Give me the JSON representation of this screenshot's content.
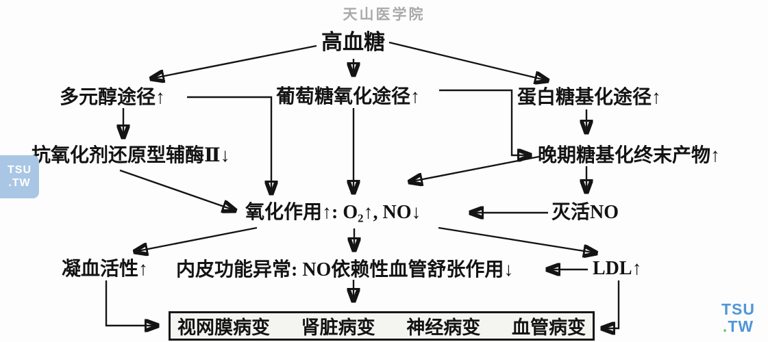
{
  "watermark": "天山医学院",
  "logo_left": {
    "line1": "TSU",
    "line2": ".TW"
  },
  "logo_bottom_right": {
    "line1": "TSU",
    "dot": ".",
    "line2": "TW"
  },
  "colors": {
    "ink": "#141414",
    "logo_left_bg": "#a9c7e4",
    "logo_text_blue": "#4f96d8",
    "logo_dot_green": "#6cc06a"
  },
  "nodes": {
    "hyperglycemia": "高血糖",
    "polyol": "多元醇途径↑",
    "glucose_oxidation": "葡萄糖氧化途径↑",
    "protein_glycation": "蛋白糖基化途径↑",
    "nadph": "抗氧化剂还原型辅酶Ⅱ↓",
    "ages": "晚期糖基化终末产物↑",
    "oxidation": "氧化作用↑: O₂↑, NO↓",
    "inactivate_no": "灭活NO",
    "coagulation": "凝血活性↑",
    "endothelial": "内皮功能异常: NO依赖性血管舒张作用↓",
    "ldl": "LDL↑",
    "outcomes": [
      "视网膜病变",
      "肾脏病变",
      "神经病变",
      "血管病变"
    ]
  },
  "edges": [
    {
      "from": "hyperglycemia",
      "to": "polyol"
    },
    {
      "from": "hyperglycemia",
      "to": "glucose_oxidation"
    },
    {
      "from": "hyperglycemia",
      "to": "protein_glycation"
    },
    {
      "from": "polyol",
      "to": "nadph"
    },
    {
      "from": "polyol",
      "to": "oxidation"
    },
    {
      "from": "nadph",
      "to": "oxidation"
    },
    {
      "from": "glucose_oxidation",
      "to": "oxidation"
    },
    {
      "from": "glucose_oxidation",
      "to": "ages"
    },
    {
      "from": "protein_glycation",
      "to": "ages"
    },
    {
      "from": "ages",
      "to": "oxidation"
    },
    {
      "from": "ages",
      "to": "inactivate_no"
    },
    {
      "from": "inactivate_no",
      "to": "oxidation"
    },
    {
      "from": "oxidation",
      "to": "coagulation"
    },
    {
      "from": "oxidation",
      "to": "endothelial"
    },
    {
      "from": "oxidation",
      "to": "ldl"
    },
    {
      "from": "ldl",
      "to": "endothelial"
    },
    {
      "from": "endothelial",
      "to": "outcomes"
    },
    {
      "from": "coagulation",
      "to": "outcomes"
    },
    {
      "from": "ldl",
      "to": "outcomes"
    }
  ]
}
